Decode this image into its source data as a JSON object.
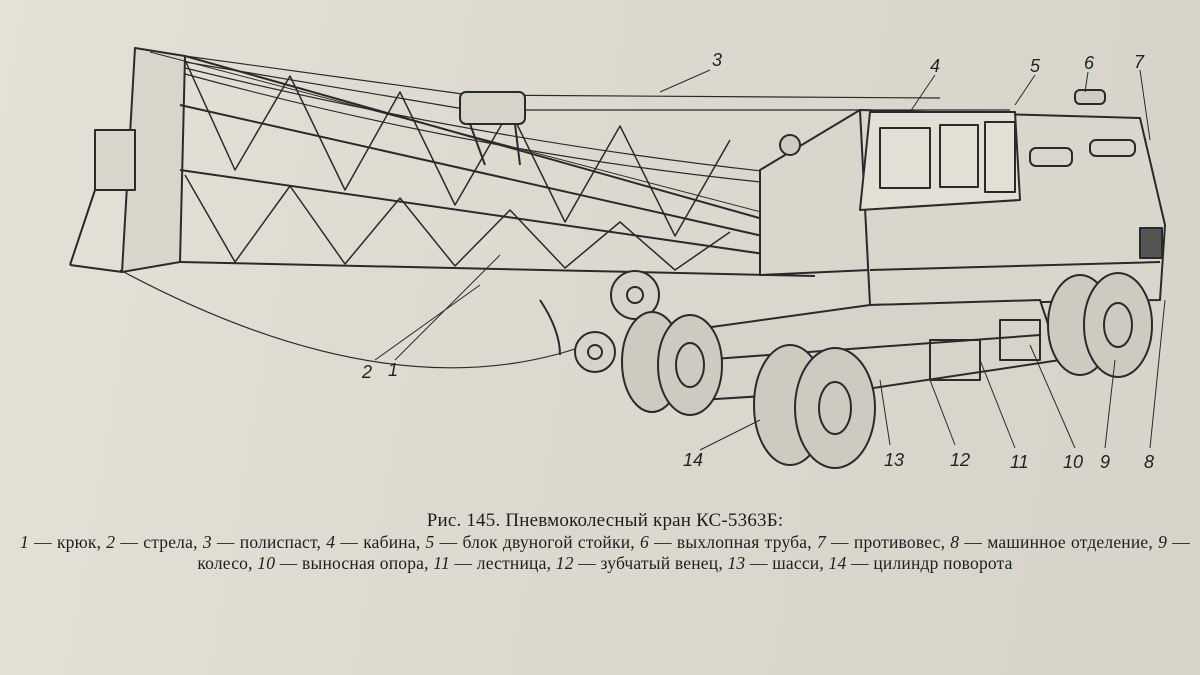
{
  "figure": {
    "title": "Рис. 145. Пневмоколесный кран КС-5363Б:",
    "legend": [
      {
        "n": "1",
        "text": "крюк"
      },
      {
        "n": "2",
        "text": "стрела"
      },
      {
        "n": "3",
        "text": "полиспаст"
      },
      {
        "n": "4",
        "text": "кабина"
      },
      {
        "n": "5",
        "text": "блок двуногой стойки"
      },
      {
        "n": "6",
        "text": "выхлопная труба"
      },
      {
        "n": "7",
        "text": "противовес"
      },
      {
        "n": "8",
        "text": "машинное отделение"
      },
      {
        "n": "9",
        "text": "колесо"
      },
      {
        "n": "10",
        "text": "выносная опора"
      },
      {
        "n": "11",
        "text": "лестница"
      },
      {
        "n": "12",
        "text": "зубчатый венец"
      },
      {
        "n": "13",
        "text": "шасси"
      },
      {
        "n": "14",
        "text": "цилиндр поворота"
      }
    ],
    "callouts": [
      "3",
      "4",
      "5",
      "6",
      "7",
      "2",
      "1",
      "14",
      "13",
      "12",
      "11",
      "10",
      "9",
      "8"
    ]
  }
}
